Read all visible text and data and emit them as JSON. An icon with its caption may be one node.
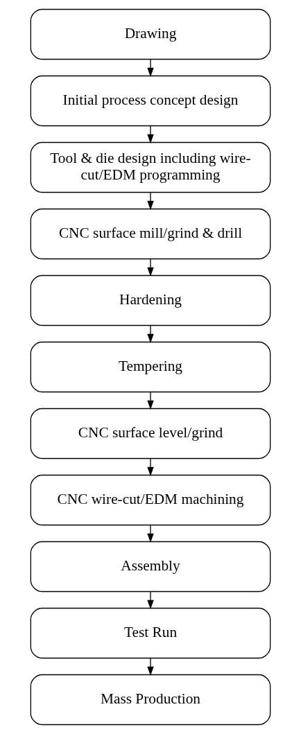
{
  "diagram": {
    "nodes": [
      {
        "text": [
          "Drawing"
        ]
      },
      {
        "text": [
          "Initial process concept design"
        ]
      },
      {
        "text": [
          "Tool & die design including wire-cut/EDM programming"
        ]
      },
      {
        "text": [
          "CNC surface mill/grind & drill"
        ]
      },
      {
        "text": [
          "Hardening"
        ]
      },
      {
        "text": [
          "Tempering"
        ]
      },
      {
        "text": [
          "CNC surface level/grind"
        ]
      },
      {
        "text": [
          "CNC wire-cut/EDM machining"
        ]
      },
      {
        "text": [
          "Assembly"
        ]
      },
      {
        "text": [
          "Test Run"
        ]
      },
      {
        "text": [
          "Mass Production"
        ]
      }
    ],
    "edges": [
      {
        "from": 0,
        "to": 1,
        "arrow": "to"
      },
      {
        "from": 1,
        "to": 2,
        "arrow": "to"
      },
      {
        "from": 2,
        "to": 3,
        "arrow": "to"
      },
      {
        "from": 3,
        "to": 4,
        "arrow": "to"
      },
      {
        "from": 4,
        "to": 5,
        "arrow": "to"
      },
      {
        "from": 5,
        "to": 6,
        "arrow": "to"
      },
      {
        "from": 6,
        "to": 7,
        "arrow": "to"
      },
      {
        "from": 7,
        "to": 8,
        "arrow": "to"
      },
      {
        "from": 8,
        "to": 9,
        "arrow": "to"
      },
      {
        "from": 9,
        "to": 10,
        "arrow": "to"
      }
    ]
  }
}
